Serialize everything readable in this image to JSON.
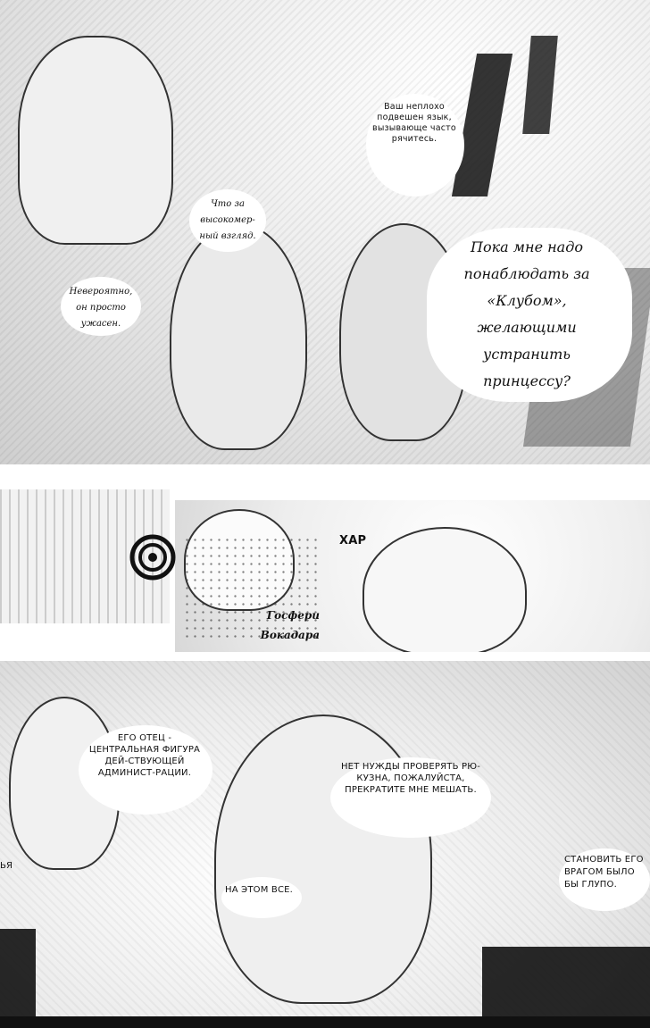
{
  "bubbles": {
    "tongue": "Ваш неплохо подвешен язык, вызывающе часто рячитесь.",
    "arrogant": "Что за высокомер-ный взгляд.",
    "incredible": "Невероятно, он просто ужасен.",
    "narration": "Пока мне надо понаблюдать за «Клубом», желающими устранить принцессу?",
    "laugh": "ХАР",
    "father": "ЕГО ОТЕЦ - ЦЕНТРАЛЬНАЯ ФИГУРА ДЕЙ-СТВУЮЩЕЙ АДМИНИСТ-РАЦИИ.",
    "no_need": "НЕТ НУЖДЫ ПРОВЕРЯТЬ РЮ-КУЗНА, ПОЖАЛУЙСТА, ПРЕКРАТИТЕ МНЕ МЕШАТЬ.",
    "enemy": "СТАНОВИТЬ ЕГО ВРАГОМ БЫЛО БЫ ГЛУПО.",
    "that_all": "НА ЭТОМ ВСЕ."
  },
  "sfx": {
    "name_tag": "Госфери Вокадара",
    "partial_left": "ЬЯ"
  }
}
